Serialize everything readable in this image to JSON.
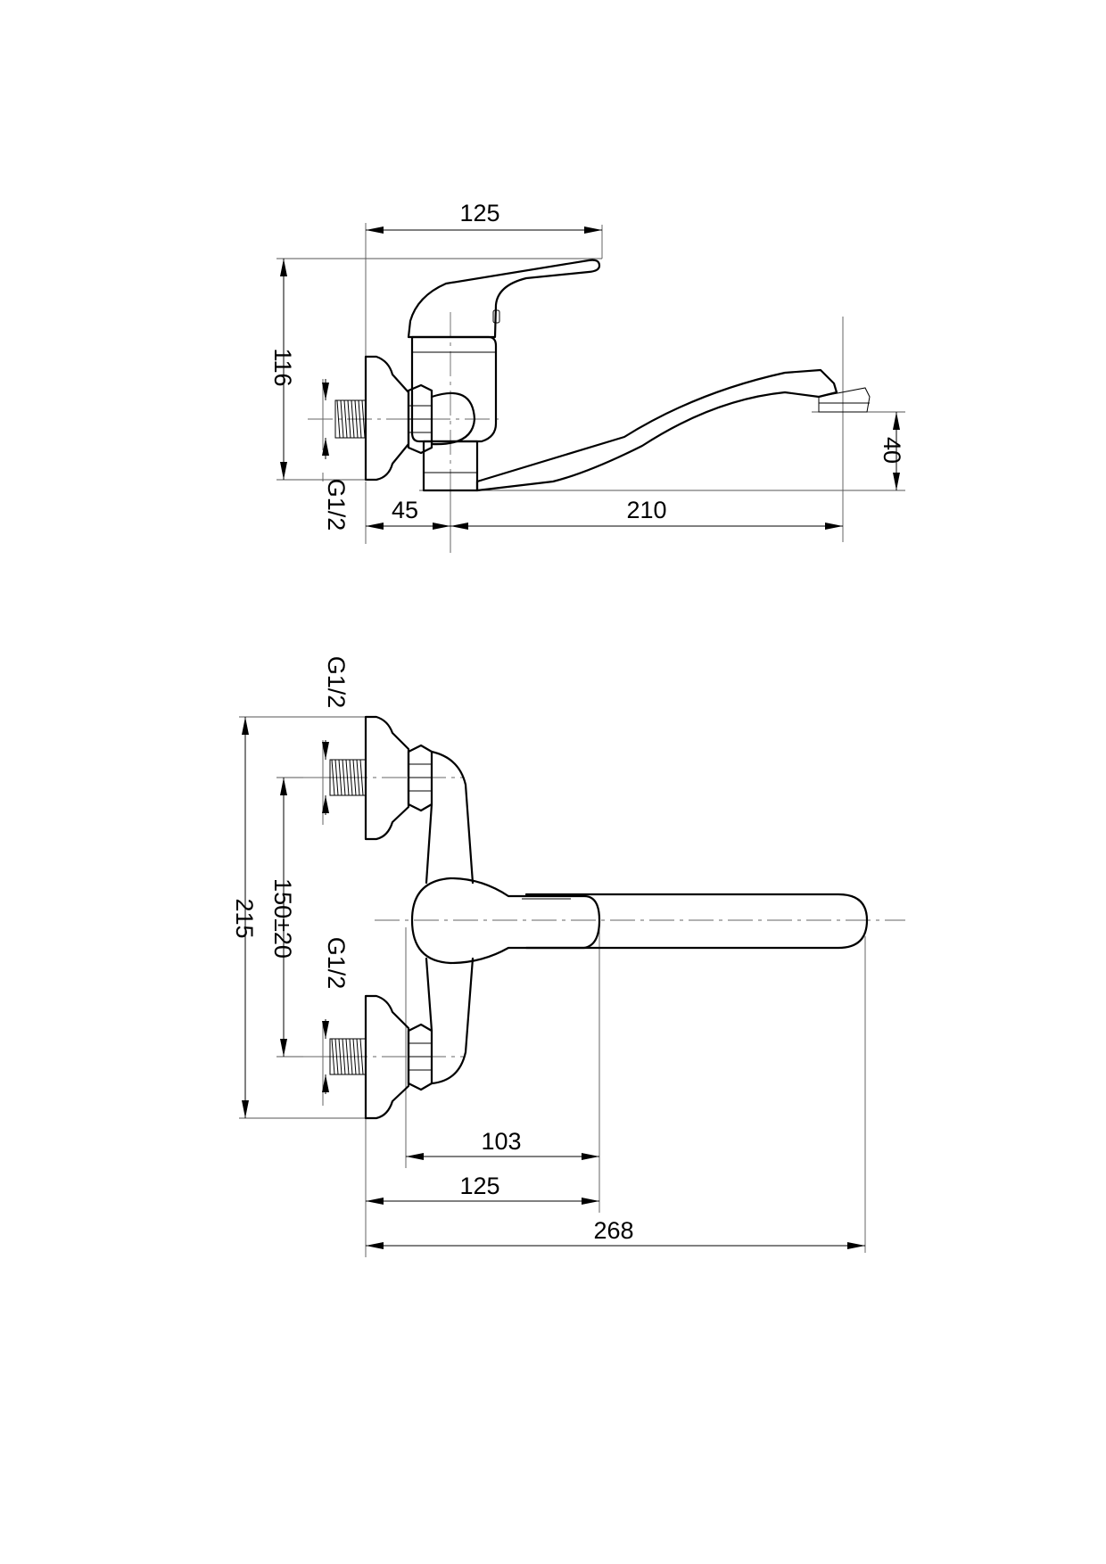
{
  "side_view": {
    "dims": {
      "width_top": "125",
      "height_left": "116",
      "thread": "G1/2",
      "offset_left": "45",
      "reach": "210",
      "spout_height": "40"
    }
  },
  "top_view": {
    "dims": {
      "thread_top": "G1/2",
      "thread_bottom": "G1/2",
      "total_height": "215",
      "center_distance": "150±20",
      "lever_offset": "103",
      "body_length": "125",
      "total_length": "268"
    }
  }
}
